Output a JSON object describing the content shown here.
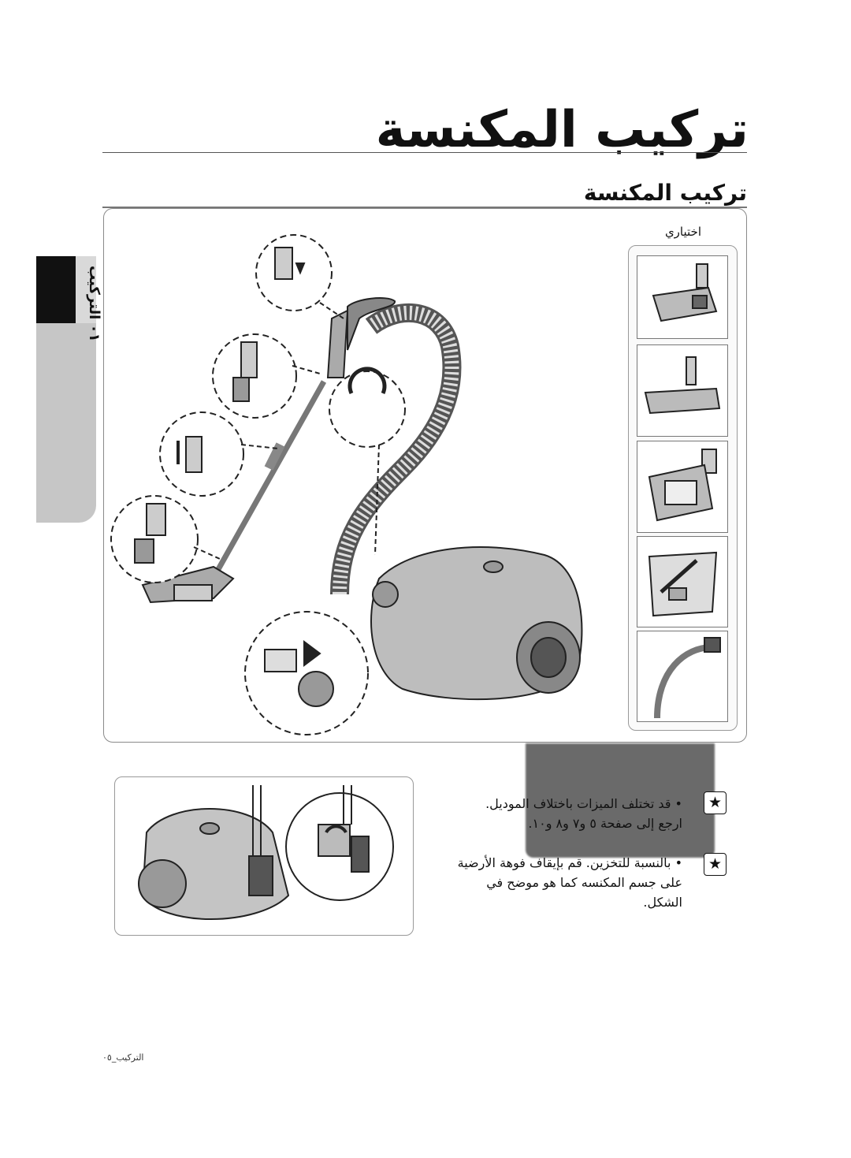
{
  "page": {
    "title": "تركيب المكنسة",
    "section_title": "تركيب المكنسة",
    "side_tab_label": "٠١  التركيب",
    "options_label": "اختياري",
    "notes": [
      {
        "icon": "star-icon",
        "lines": [
          "• قد تختلف الميزات باختلاف الموديل.",
          "ارجع إلى صفحة ٥ و٧ و٨ و١٠."
        ]
      },
      {
        "icon": "star-icon",
        "lines": [
          "• بالنسبة للتخزين. قم بإيقاف فوهة الأرضية",
          "على جسم المكنسه كما هو موضح في",
          "الشكل."
        ]
      }
    ],
    "footer": "التركيب_٠٥"
  },
  "illustration": {
    "main": "vacuum-cleaner-assembly-illustration",
    "options": [
      "floor-brush-icon",
      "parquet-brush-icon",
      "turbo-brush-icon",
      "dust-bag-icon",
      "hose-icon"
    ],
    "storage": "nozzle-storage-illustration"
  }
}
